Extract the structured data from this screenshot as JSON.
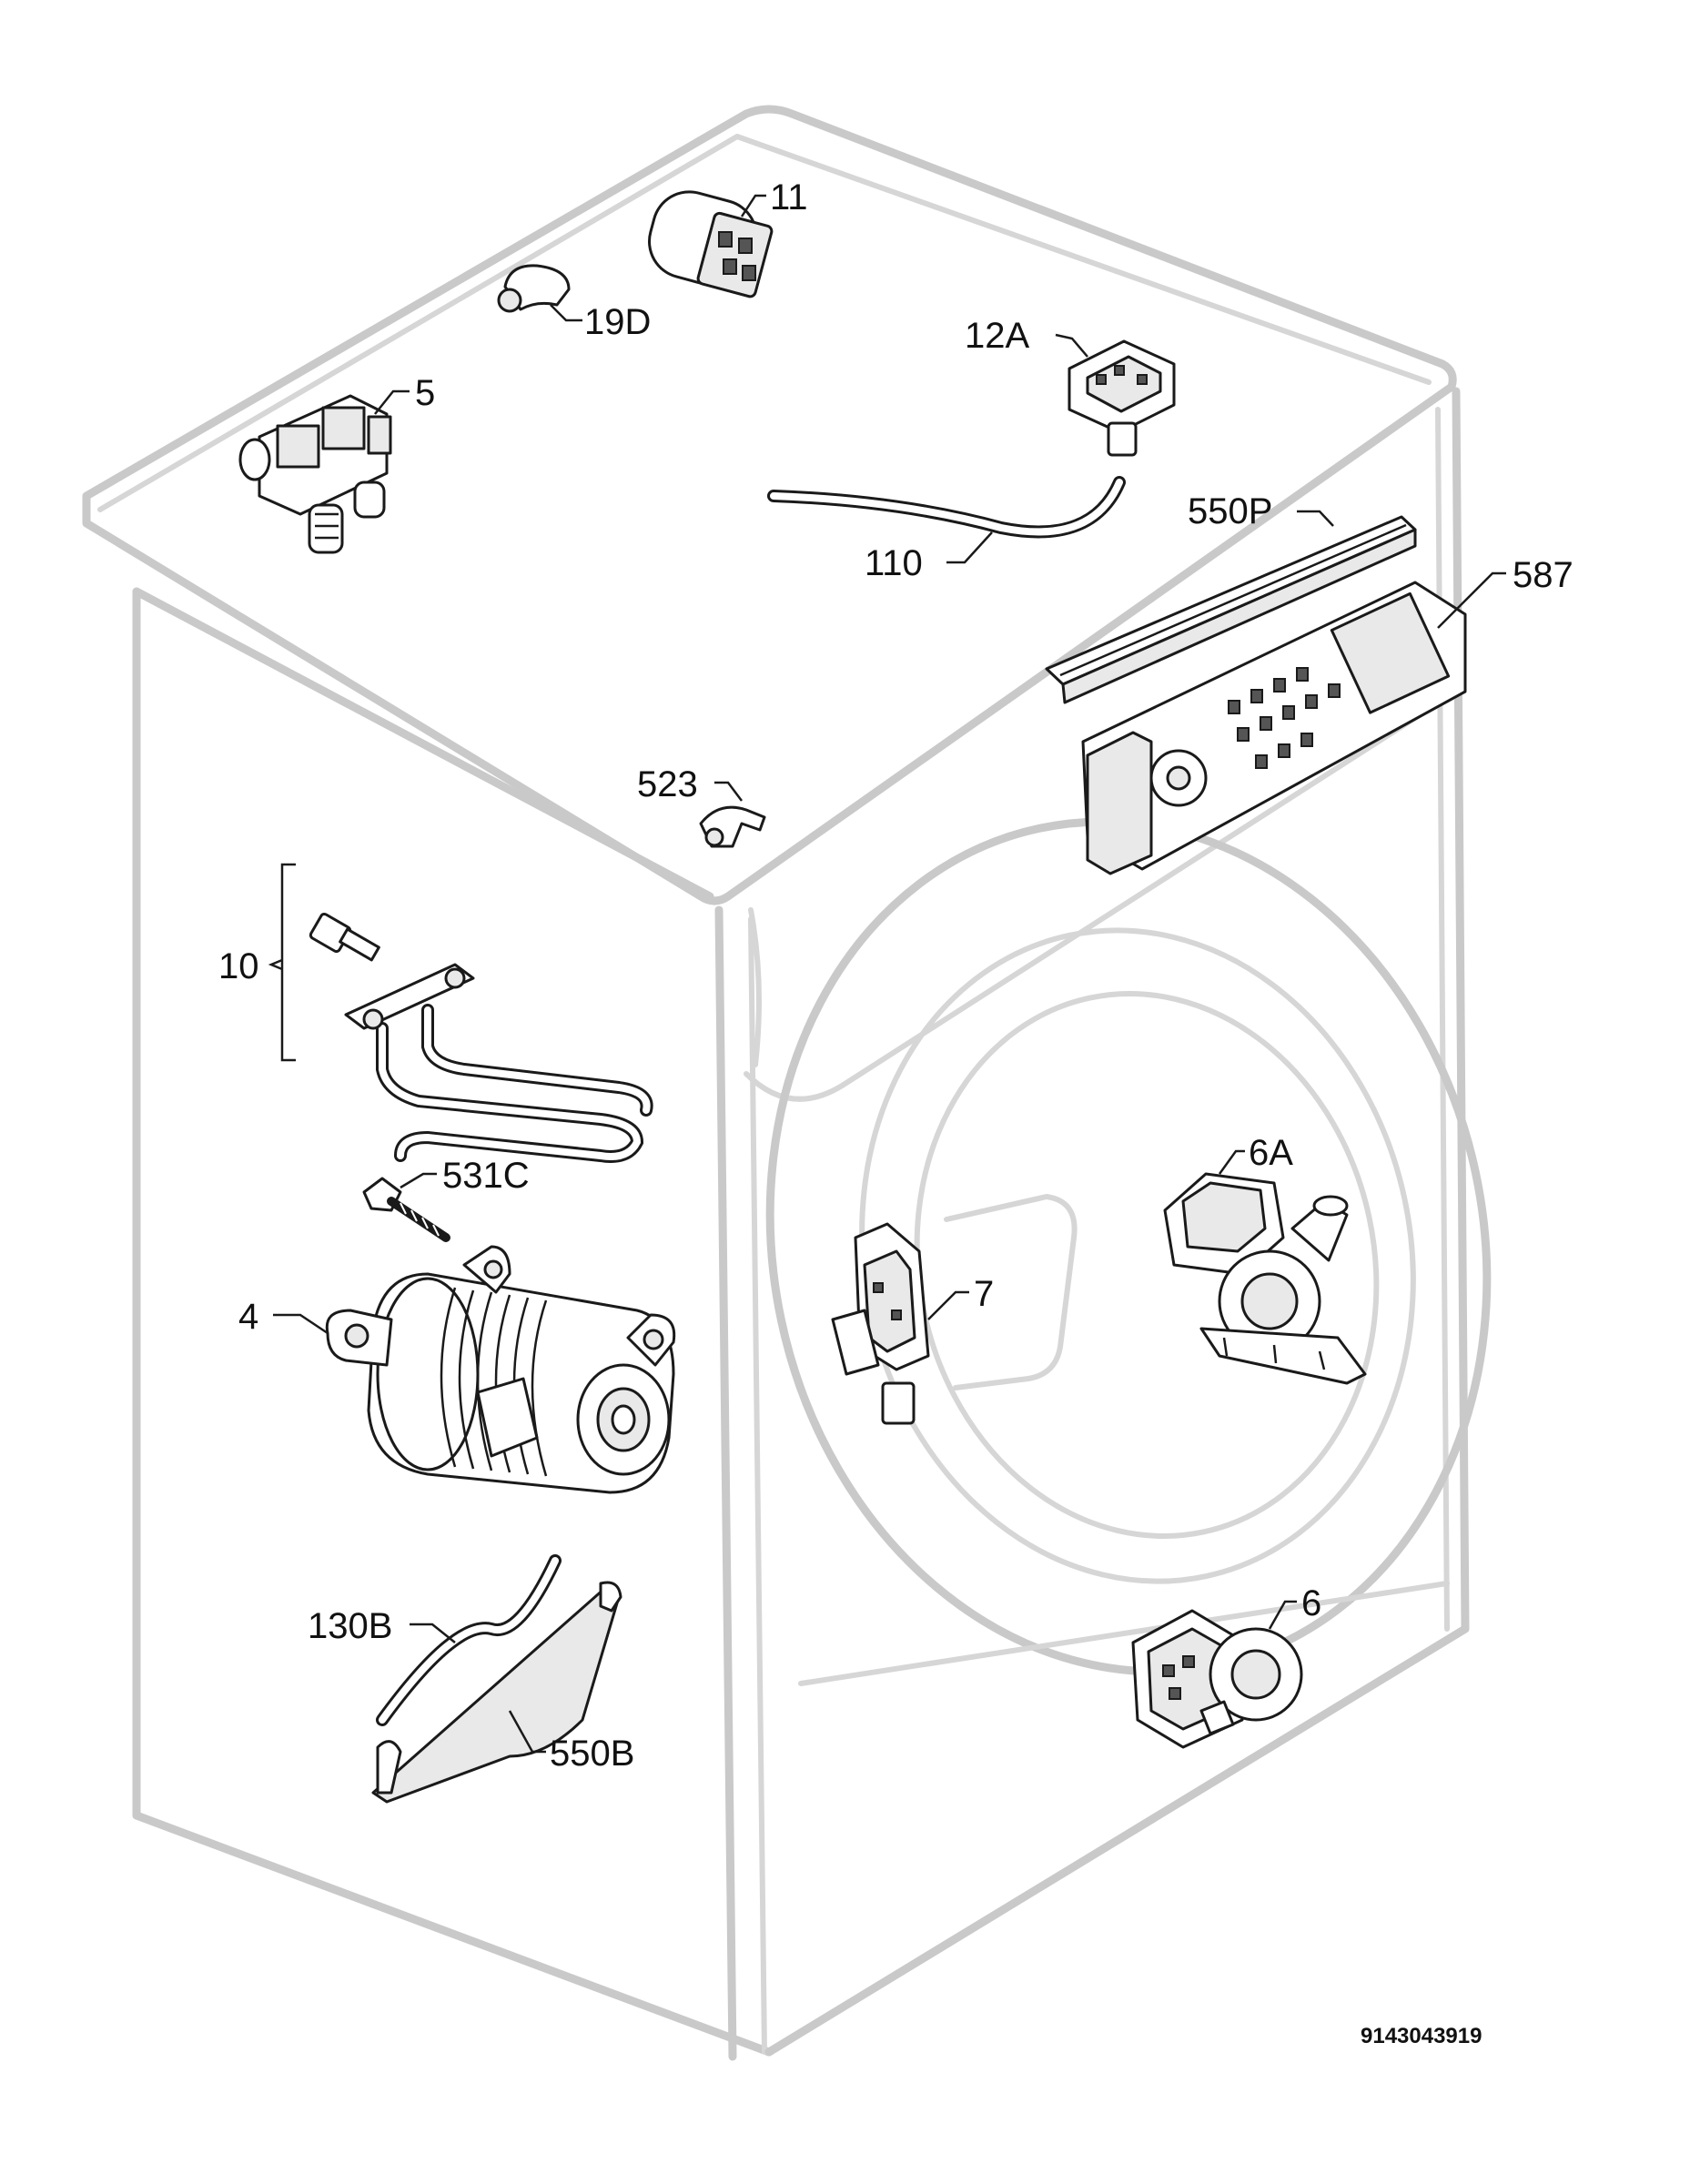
{
  "labels": {
    "p11": "11",
    "p19D": "19D",
    "p12A": "12A",
    "p5": "5",
    "p550P": "550P",
    "p110": "110",
    "p587": "587",
    "p523": "523",
    "p10": "10",
    "p531C": "531C",
    "p4": "4",
    "p6A": "6A",
    "p7": "7",
    "p130B": "130B",
    "p550B": "550B",
    "p6": "6"
  },
  "diagram_code": "9143043919"
}
